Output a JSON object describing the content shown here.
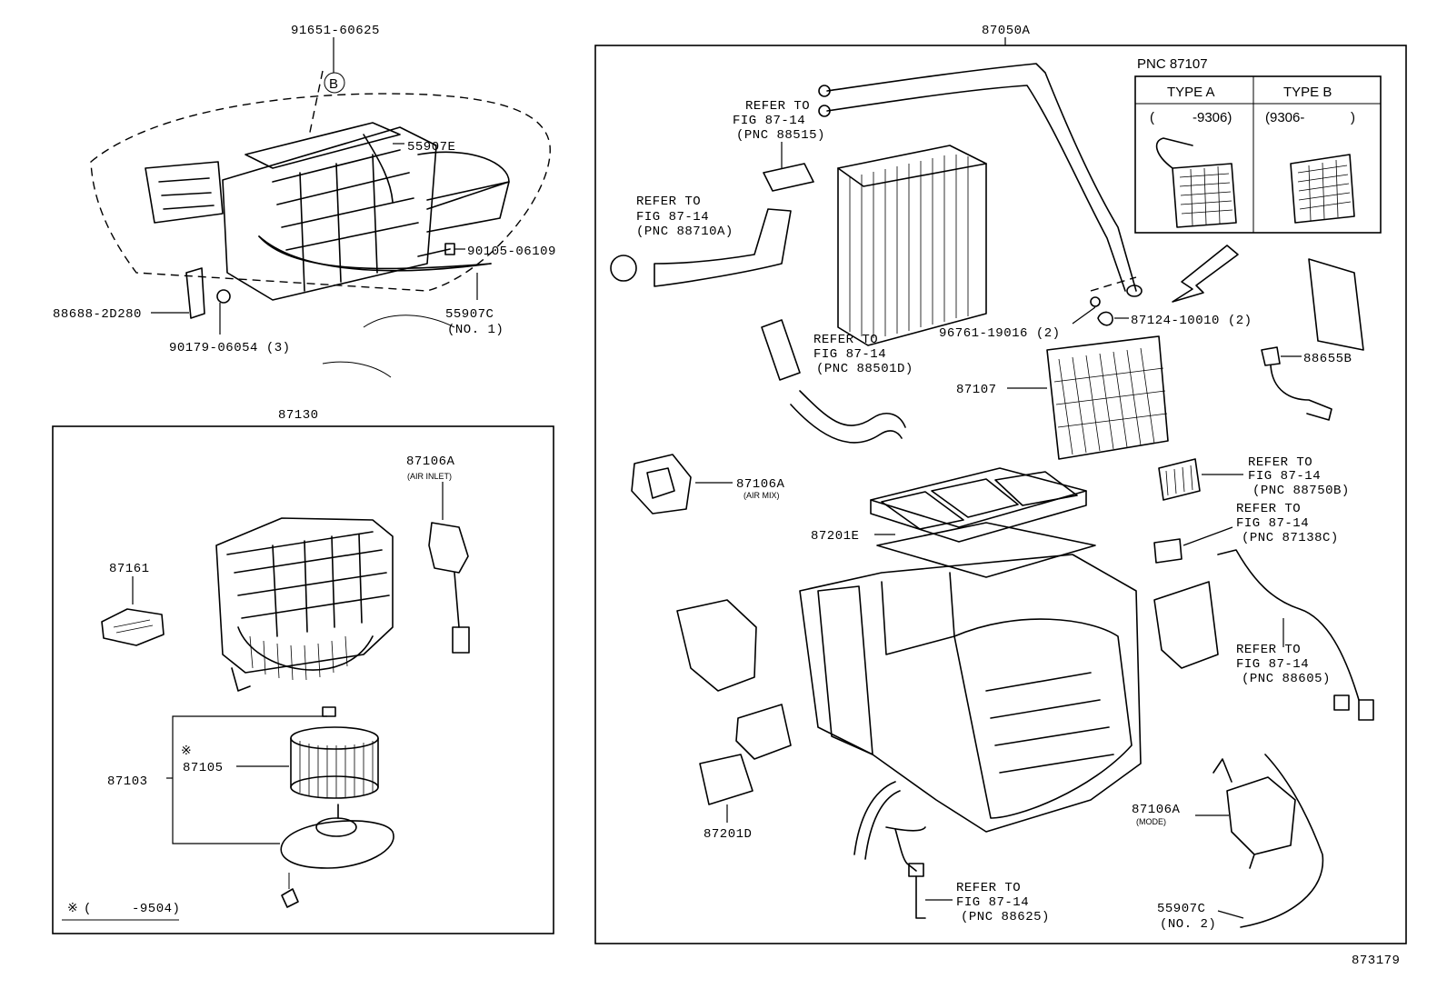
{
  "top_left": {
    "label_91651": "91651-60625",
    "callout_b": "B",
    "label_55907e": "55907E",
    "label_90105": "90105-06109",
    "label_88688": "88688-2D280",
    "label_90179": "90179-06054 (3)",
    "label_55907c": "55907C",
    "label_55907c_sub": "(NO. 1)"
  },
  "blower": {
    "title": "87130",
    "label_87106a": "87106A",
    "label_87106a_sub": "(AIR INLET)",
    "label_87161": "87161",
    "label_87103": "87103",
    "label_87105": "87105",
    "mark_87105": "※",
    "footnote_mark": "※",
    "footnote_open": "(",
    "footnote_value": "-9504)"
  },
  "main": {
    "title": "87050A",
    "pnc_title": "PNC 87107",
    "type_a": "TYPE A",
    "type_b": "TYPE B",
    "type_a_range_open": "(",
    "type_a_range": "-9306)",
    "type_b_range": "(9306-",
    "type_b_range_close": ")",
    "ref1": [
      "REFER TO",
      "FIG 87-14",
      "(PNC 88515)"
    ],
    "ref2": [
      "REFER TO",
      "FIG 87-14",
      "(PNC 88710A)"
    ],
    "ref3": [
      "REFER TO",
      "FIG 87-14",
      "(PNC 88501D)"
    ],
    "ref4": [
      "REFER TO",
      "FIG 87-14",
      "(PNC 88750B)"
    ],
    "ref5": [
      "REFER TO",
      "FIG 87-14",
      "(PNC 87138C)"
    ],
    "ref6": [
      "REFER TO",
      "FIG 87-14",
      "(PNC 88605)"
    ],
    "ref7": [
      "REFER TO",
      "FIG 87-14",
      "(PNC 88625)"
    ],
    "label_96761": "96761-19016 (2)",
    "label_87124": "87124-10010 (2)",
    "label_87107": "87107",
    "label_88655b": "88655B",
    "label_87106a_mix": "87106A",
    "label_87106a_mix_sub": "(AIR MIX)",
    "label_87201e": "87201E",
    "label_87201d": "87201D",
    "label_87106a_mode": "87106A",
    "label_87106a_mode_sub": "(MODE)",
    "label_55907c": "55907C",
    "label_55907c_sub": "(NO. 2)"
  },
  "illustration_id": "873179"
}
